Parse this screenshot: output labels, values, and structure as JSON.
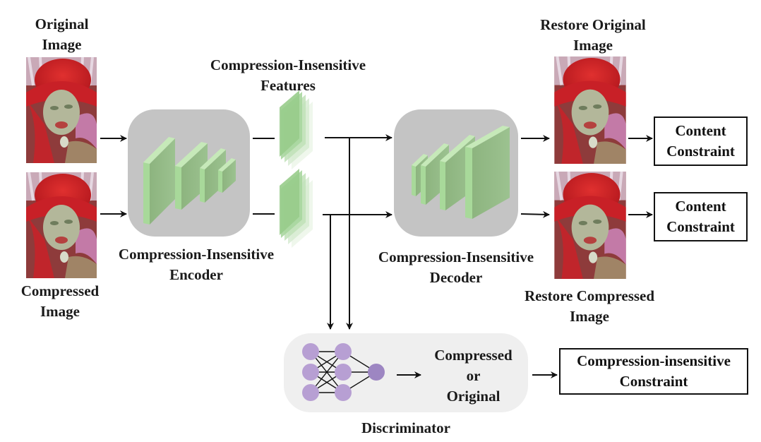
{
  "labels": {
    "original_image": [
      "Original",
      "Image"
    ],
    "compressed_image": [
      "Compressed",
      "Image"
    ],
    "features": [
      "Compression-Insensitive",
      "Features"
    ],
    "encoder": [
      "Compression-Insensitive",
      "Encoder"
    ],
    "decoder": [
      "Compression-Insensitive",
      "Decoder"
    ],
    "restore_original": [
      "Restore Original",
      "Image"
    ],
    "restore_compressed": [
      "Restore Compressed",
      "Image"
    ],
    "discriminator_output": [
      "Compressed",
      "or",
      "Original"
    ],
    "discriminator": "Discriminator"
  },
  "boxes": {
    "content_constraint_1": [
      "Content",
      "Constraint"
    ],
    "content_constraint_2": [
      "Content",
      "Constraint"
    ],
    "compression_insensitive_constraint": [
      "Compression-insensitive",
      "Constraint"
    ]
  },
  "colors": {
    "module_bg": "#c4c4c4",
    "discriminator_bg": "#efefef",
    "layer_front": "#a8d99a",
    "layer_face": "#8fb681",
    "layer_top": "#c6e9b9",
    "neuron": "#b79fd3",
    "neuron_out": "#9d86c2",
    "arrow": "#111111"
  }
}
